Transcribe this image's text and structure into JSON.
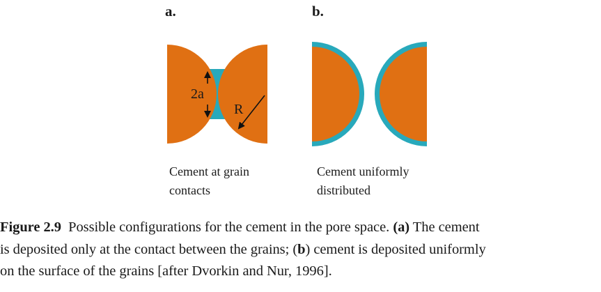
{
  "panels": {
    "a": {
      "label": "a.",
      "radius_label": "R",
      "contact_label": "2a",
      "description_line1": "Cement at grain",
      "description_line2": "contacts"
    },
    "b": {
      "label": "b.",
      "description_line1": "Cement uniformly",
      "description_line2": "distributed"
    }
  },
  "colors": {
    "grain": "#e07013",
    "cement": "#28a9bb"
  },
  "caption": {
    "figure_number": "Figure 2.9",
    "line1_text": "Possible configurations for the cement in the pore space.",
    "line1_a": "(a)",
    "line1_tail": "The cement",
    "line2_head": "is deposited only at the contact between the grains;",
    "line2_b_open": "(",
    "line2_b": "b",
    "line2_b_close": ")",
    "line2_tail": "cement is deposited uniformly",
    "line3": "on the surface of the grains [after Dvorkin and Nur, 1996]."
  }
}
